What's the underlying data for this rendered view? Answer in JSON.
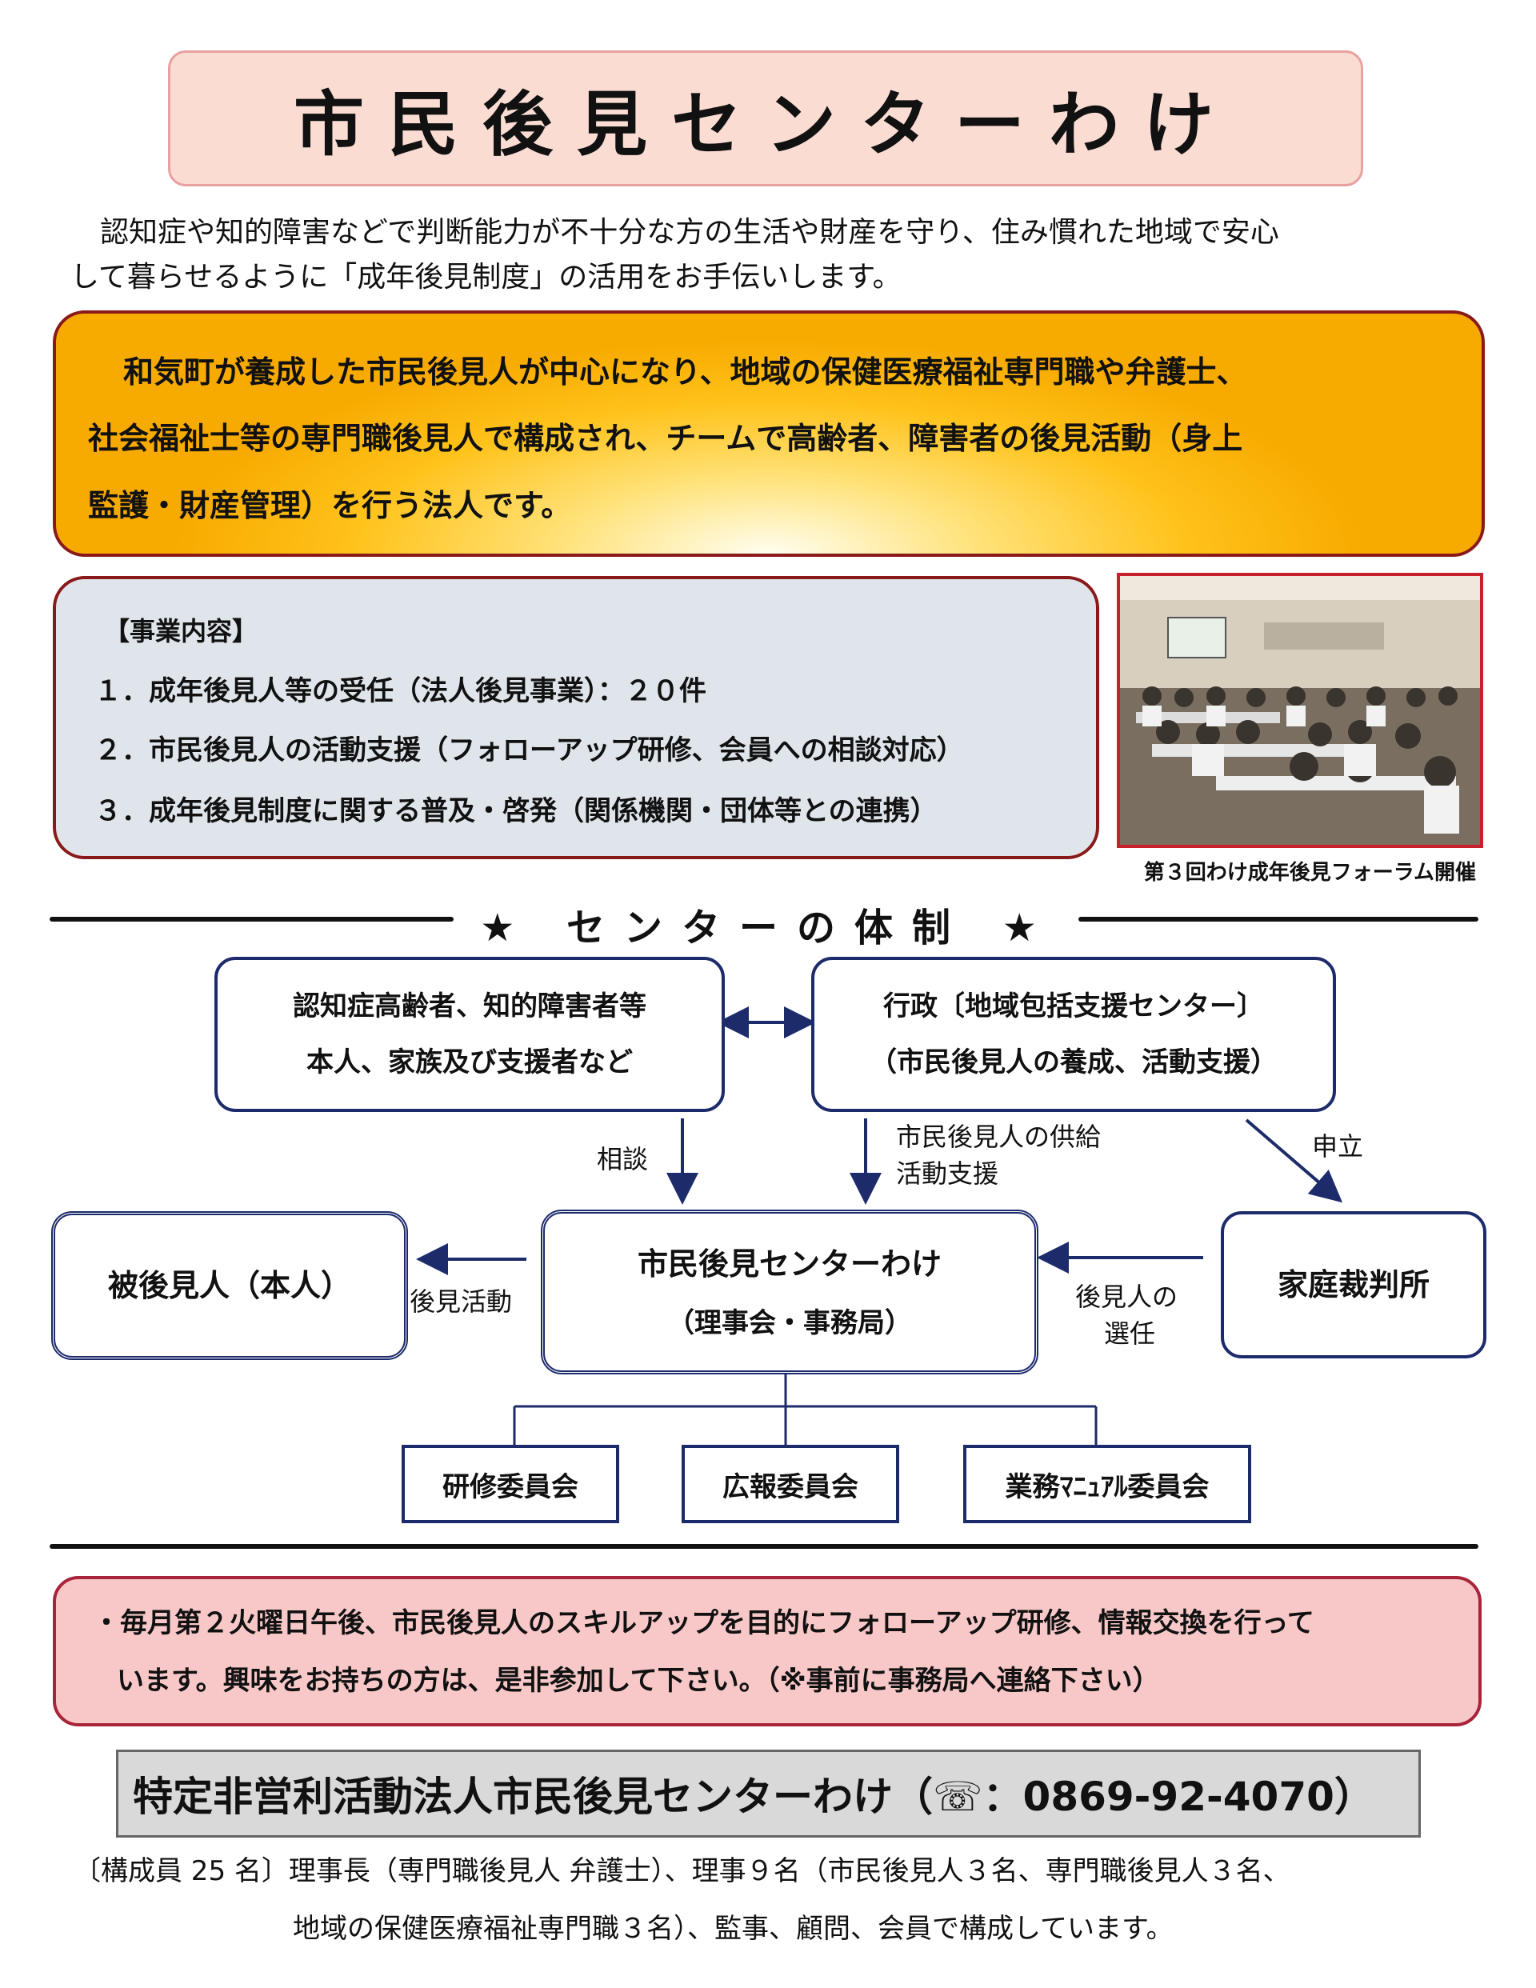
{
  "title": "市民後見センターわけ",
  "intro": {
    "line1": "認知症や知的障害などで判断能力が不十分な方の生活や財産を守り、住み慣れた地域で安心",
    "line2": "して暮らせるように「成年後見制度」の活用をお手伝いします。"
  },
  "highlight": {
    "line1": "和気町が養成した市民後見人が中心になり、地域の保健医療福祉専門職や弁護士、",
    "line2": "社会福祉士等の専門職後見人で構成され、チームで高齢者、障害者の後見活動（身上",
    "line3": "監護・財産管理）を行う法人です。"
  },
  "services": {
    "heading": "【事業内容】",
    "items": [
      "１．成年後見人等の受任（法人後見事業）：２０件",
      "２．市民後見人の活動支援（フォローアップ研修、会員への相談対応）",
      "３．成年後見制度に関する普及・啓発（関係機関・団体等との連携）"
    ]
  },
  "photo_caption": "第３回わけ成年後見フォーラム開催",
  "section_heading": "★ センターの体制 ★",
  "diagram": {
    "clients": {
      "line1": "認知症高齢者、知的障害者等",
      "line2": "本人、家族及び支援者など"
    },
    "admin": {
      "line1": "行政〔地域包括支援センター〕",
      "line2": "（市民後見人の養成、活動支援）"
    },
    "label_consult": "相談",
    "label_supply_1": "市民後見人の供給",
    "label_supply_2": "活動支援",
    "label_petition": "申立",
    "ward": "被後見人（本人）",
    "label_guardian_activity": "後見活動",
    "center": {
      "line1": "市民後見センターわけ",
      "line2": "（理事会・事務局）"
    },
    "label_selection_1": "後見人の",
    "label_selection_2": "選任",
    "court": "家庭裁判所",
    "committees": [
      "研修委員会",
      "広報委員会",
      "業務ﾏﾆｭｱﾙ委員会"
    ]
  },
  "notice": {
    "line1": "・毎月第２火曜日午後、市民後見人のスキルアップを目的にフォローアップ研修、情報交換を行って",
    "line2": "います。興味をお持ちの方は、是非参加して下さい。（※事前に事務局へ連絡下さい）"
  },
  "contact": {
    "name": "特定非営利活動法人市民後見センターわけ",
    "phone": "（☏：0869-92-4070）"
  },
  "members": {
    "line1": "〔構成員 25 名〕理事長（専門職後見人 弁護士）、理事９名（市民後見人３名、専門職後見人３名、",
    "line2": "地域の保健医療福祉専門職３名）、監事、顧問、会員で構成しています。"
  }
}
